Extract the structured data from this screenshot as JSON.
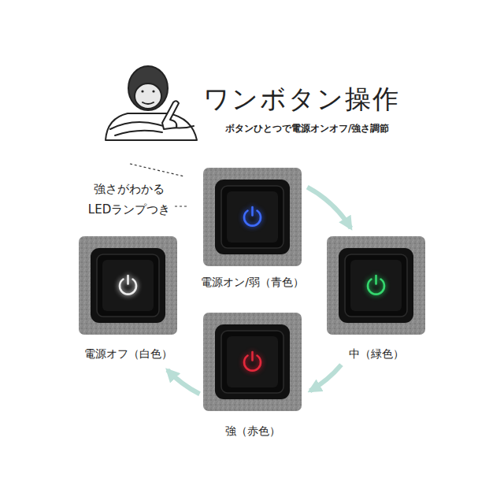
{
  "diagram": {
    "title": "ワンボタン操作",
    "nodes": [
      {
        "text": [
          "電源オン/弱（青色）"
        ]
      },
      {
        "text": [
          "中（緑色）"
        ]
      },
      {
        "text": [
          "強（赤色）"
        ]
      },
      {
        "text": [
          "電源オフ（白色）"
        ]
      }
    ],
    "edges": [
      {
        "from": 0,
        "to": 1,
        "arrow": "to"
      },
      {
        "from": 1,
        "to": 2,
        "arrow": "to"
      },
      {
        "from": 2,
        "to": 3,
        "arrow": "to"
      }
    ],
    "labels": [
      "ボタンひとつで電源オンオフ/強さ調節",
      "強さがわかる LEDランプつき"
    ]
  }
}
